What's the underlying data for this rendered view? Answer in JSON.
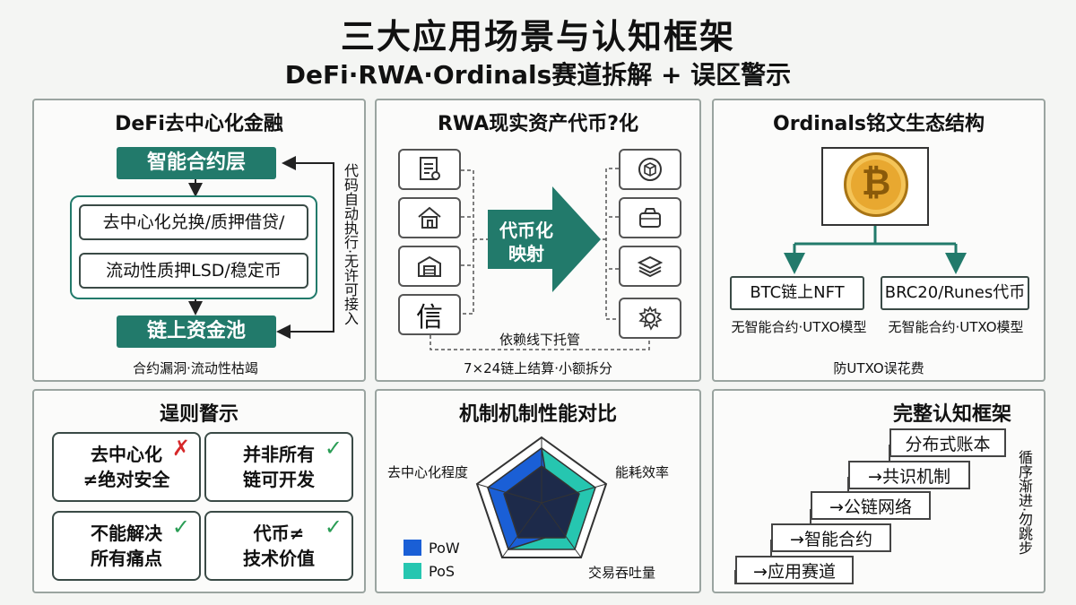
{
  "header": {
    "title": "三大应用场景与认知框架",
    "subtitle": "DeFi·RWA·Ordinals赛道拆解 + 误区警示"
  },
  "defi": {
    "title": "DeFi去中心化金融",
    "top_layer": "智能合约层",
    "items": [
      "去中心化兑换/质押借贷/",
      "流动性质押LSD/稳定币"
    ],
    "bottom_layer": "链上资金池",
    "side_label": "代码自动执行·无许可接入",
    "caption": "合约漏洞·流动性枯竭"
  },
  "rwa": {
    "title": "RWA现实资产代币?化",
    "center_label": "代币化映射",
    "left_icons": [
      "document-icon",
      "house-icon",
      "warehouse-icon"
    ],
    "left_text_icon": "信",
    "right_icons": [
      "token-cube-icon",
      "basket-icon",
      "layers-icon",
      "gear-icon"
    ],
    "custody_label": "依赖线下托管",
    "caption": "7×24链上结算·小额拆分"
  },
  "ordinals": {
    "title": "Ordinals铭文生态结构",
    "coin_symbol": "₿",
    "left_box": "BTC链上NFT",
    "right_box": "BRC20/Runes代币",
    "left_caption": "无智能合约·UTXO模型",
    "right_caption": "无智能合约·UTXO模型",
    "caption": "防UTXO误花费"
  },
  "myths": {
    "title": "逞则瞀示",
    "cards": [
      {
        "line1": "去中心化",
        "line2": "≠绝对安全",
        "mark": "✗",
        "mark_color": "#d6282a"
      },
      {
        "line1": "并非所有",
        "line2": "链可开发",
        "mark": "✓",
        "mark_color": "#2a9d55"
      },
      {
        "line1": "不能解决",
        "line2": "所有痛点",
        "mark": "✓",
        "mark_color": "#2a9d55"
      },
      {
        "line1": "代币≠",
        "line2": "技术价值",
        "mark": "✓",
        "mark_color": "#2a9d55"
      }
    ]
  },
  "comparison": {
    "title": "机制机制性能对比",
    "axis_labels": [
      "去中心化程度",
      "能耗效率",
      "交易吞吐量"
    ],
    "legend": [
      {
        "name": "PoW",
        "color": "#1a5fd6"
      },
      {
        "name": "PoS",
        "color": "#26c6b0"
      }
    ]
  },
  "framework": {
    "title": "完整认知框架",
    "steps": [
      "分布式账本",
      "→共识机制",
      "→公链网络",
      "→智能合约",
      "→应用赛道"
    ],
    "side_label": "循序渐进·勿跳步"
  }
}
